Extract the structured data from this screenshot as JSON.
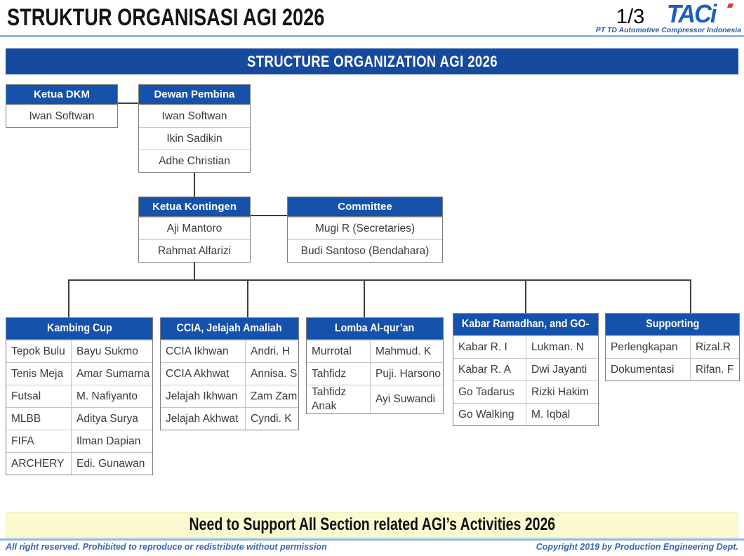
{
  "header": {
    "title": "STRUKTUR ORGANISASI AGI 2026",
    "page": "1/3",
    "logo": {
      "text": "TACi",
      "tagline": "PT TD Automotive Compressor Indonesia"
    }
  },
  "banner": {
    "title": "STRUCTURE ORGANIZATION AGI 2026"
  },
  "org": {
    "ketua_dkm": {
      "title": "Ketua DKM",
      "members": [
        "Iwan Softwan"
      ]
    },
    "dewan_pembina": {
      "title": "Dewan Pembina",
      "members": [
        "Iwan Softwan",
        "Ikin Sadikin",
        "Adhe Christian"
      ]
    },
    "ketua_kontingen": {
      "title": "Ketua Kontingen",
      "members": [
        "Aji Mantoro",
        "Rahmat Alfarizi"
      ]
    },
    "committee": {
      "title": "Committee",
      "members": [
        "Mugi R (Secretaries)",
        "Budi Santoso (Bendahara)"
      ]
    }
  },
  "sections": [
    {
      "title": "Kambing Cup",
      "rows": [
        [
          "Tepok Bulu",
          "Bayu Sukmo"
        ],
        [
          "Tenis Meja",
          "Amar Sumarna"
        ],
        [
          "Futsal",
          "M. Nafiyanto"
        ],
        [
          "MLBB",
          "Aditya Surya"
        ],
        [
          "FIFA",
          "Ilman Dapian"
        ],
        [
          "ARCHERY",
          "Edi. Gunawan"
        ]
      ]
    },
    {
      "title": "CCIA, Jelajah Amaliah",
      "rows": [
        [
          "CCIA Ikhwan",
          "Andri. H"
        ],
        [
          "CCIA Akhwat",
          "Annisa. S"
        ],
        [
          "Jelajah Ikhwan",
          "Zam Zam"
        ],
        [
          "Jelajah Akhwat",
          "Cyndi. K"
        ]
      ]
    },
    {
      "title": "Lomba Al-qur’an",
      "rows": [
        [
          "Murrotal",
          "Mahmud. K"
        ],
        [
          "Tahfidz",
          "Puji. Harsono"
        ],
        [
          "Tahfidz Anak",
          "Ayi Suwandi"
        ]
      ]
    },
    {
      "title": "Kabar Ramadhan, and GO-",
      "rows": [
        [
          "Kabar R. I",
          "Lukman. N"
        ],
        [
          "Kabar R. A",
          "Dwi Jayanti"
        ],
        [
          "Go Tadarus",
          "Rizki Hakim"
        ],
        [
          "Go Walking",
          "M. Iqbal"
        ]
      ]
    },
    {
      "title": "Supporting",
      "rows": [
        [
          "Perlengkapan",
          "Rizal.R"
        ],
        [
          "Dokumentasi",
          "Rifan. F"
        ]
      ]
    }
  ],
  "bottom_banner": "Need to Support All Section related AGI’s Activities 2026",
  "footer": {
    "left": "All right reserved. Prohibited to reproduce or redistribute without permission",
    "right": "Copyright 2019 by Production Engineering Dept."
  },
  "colors": {
    "banner_blue": "#164A9F",
    "box_header_blue": "#1552AB",
    "light_blue_line": "#8FB8DC",
    "bottom_banner_cream": "#FBF9D0",
    "footer_text_blue": "#3A66AE",
    "logo_blue": "#1C5FBF",
    "logo_accent_red": "#E8392B",
    "connector_gray": "#3F3F3F"
  }
}
